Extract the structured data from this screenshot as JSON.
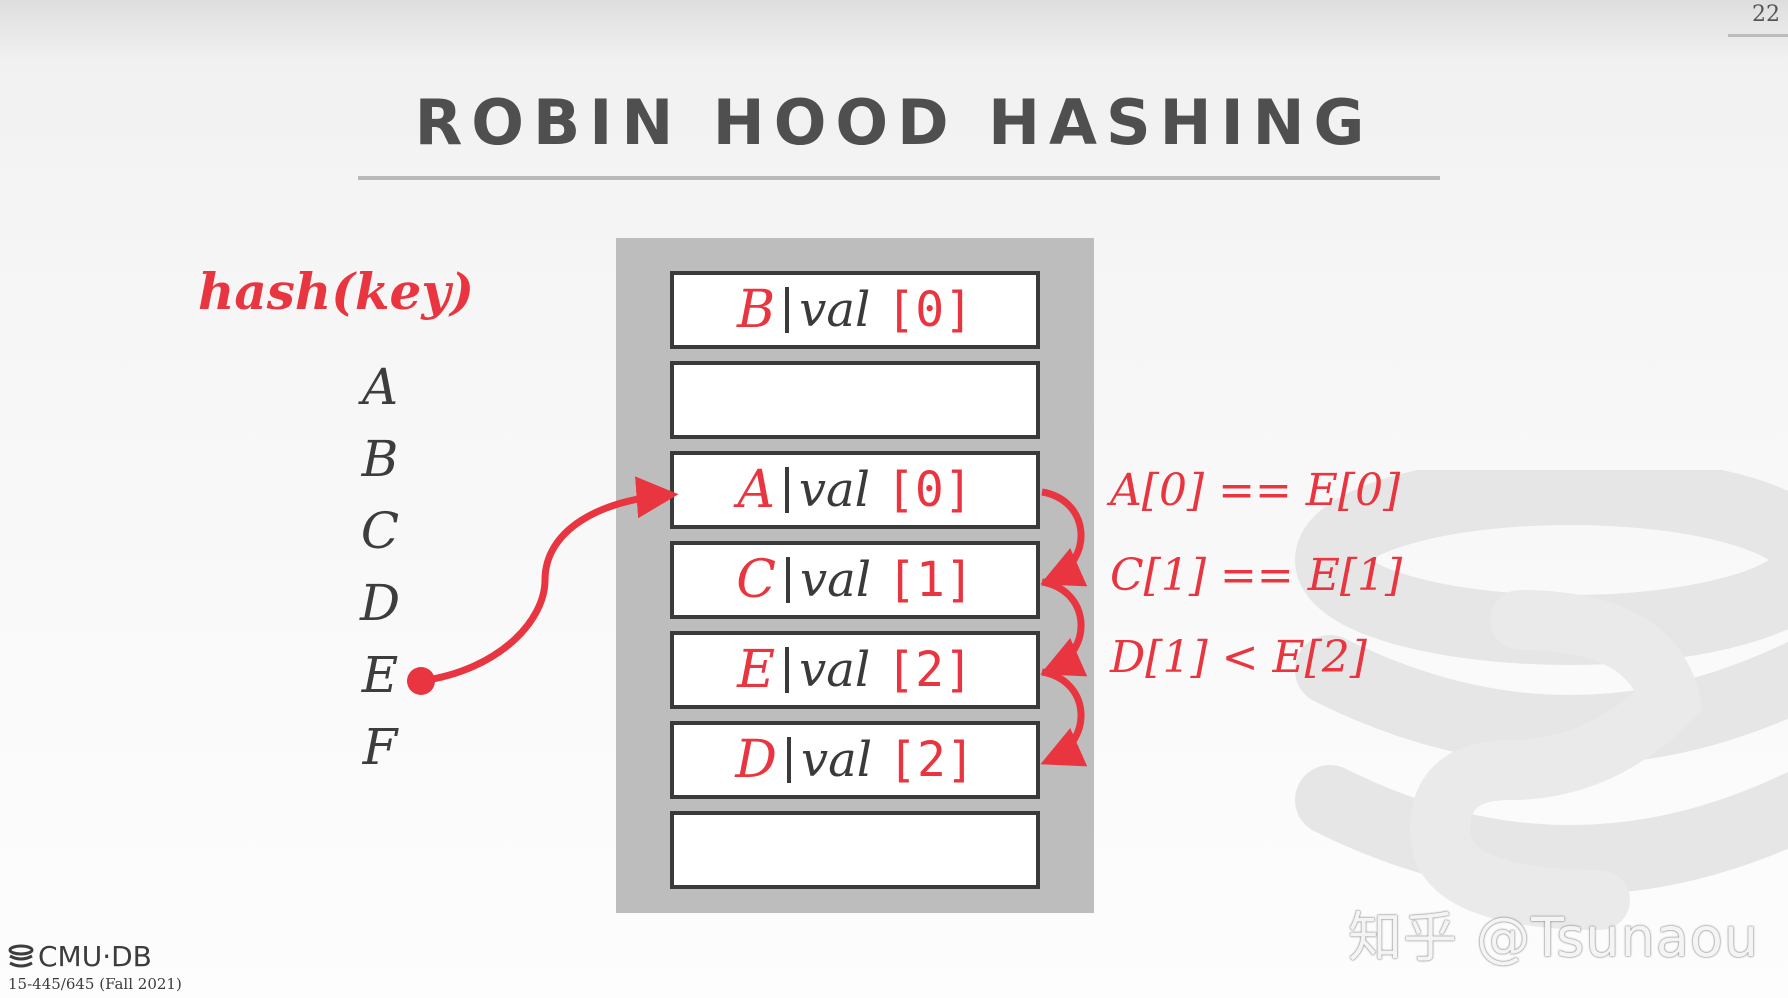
{
  "slide": {
    "number": "22",
    "title": "ROBIN HOOD HASHING"
  },
  "hash_label": "hash(key)",
  "keys": [
    "A",
    "B",
    "C",
    "D",
    "E",
    "F"
  ],
  "slots": [
    {
      "key": "B",
      "val": "val",
      "dist": "[0]"
    },
    {
      "key": "",
      "val": "",
      "dist": ""
    },
    {
      "key": "A",
      "val": "val",
      "dist": "[0]"
    },
    {
      "key": "C",
      "val": "val",
      "dist": "[1]"
    },
    {
      "key": "E",
      "val": "val",
      "dist": "[2]"
    },
    {
      "key": "D",
      "val": "val",
      "dist": "[2]"
    },
    {
      "key": "",
      "val": "",
      "dist": ""
    }
  ],
  "comparisons": [
    "A[0] == E[0]",
    "C[1] == E[1]",
    "D[1] < E[2]"
  ],
  "footer": {
    "logo_text": "CMU·DB",
    "course": "15-445/645 (Fall 2021)"
  },
  "watermark": "知乎 @Tsunaou",
  "colors": {
    "accent": "#e8353f",
    "text_dark": "#3a3a3a",
    "table_bg": "#bdbdbd"
  }
}
